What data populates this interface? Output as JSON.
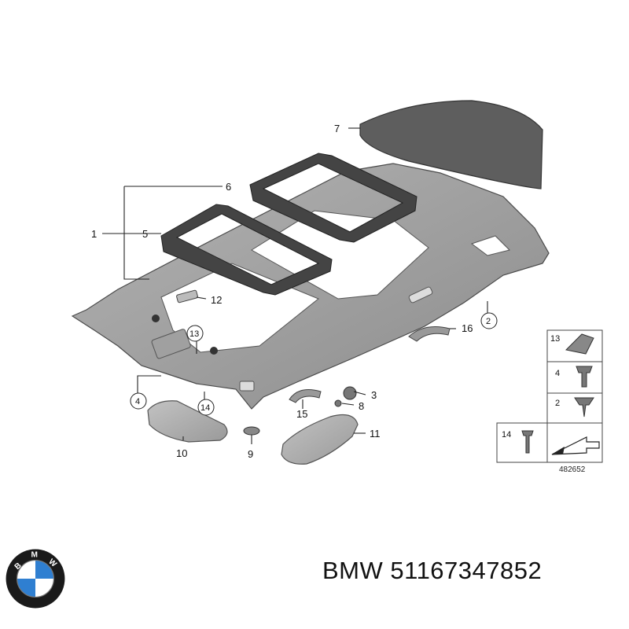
{
  "footer": {
    "brand": "BMW",
    "part_number": "51167347852"
  },
  "logo": {
    "letters": "BMW",
    "colors": {
      "blue": "#2f7fd1",
      "white": "#ffffff",
      "ring": "#1a1a1a"
    }
  },
  "diagram": {
    "id": "482652",
    "callouts": {
      "c1": "1",
      "c2": "2",
      "c3": "3",
      "c4": "4",
      "c5": "5",
      "c6": "6",
      "c7": "7",
      "c8": "8",
      "c9": "9",
      "c10": "10",
      "c11": "11",
      "c12": "12",
      "c13": "13",
      "c14": "14",
      "c15": "15",
      "c16": "16"
    },
    "legend": {
      "r1": "13",
      "r2": "4",
      "r3": "2",
      "r4": "14"
    },
    "colors": {
      "part": "#9a9a9a",
      "part_dark": "#6e6e6e",
      "panel": "#5a5a5a",
      "line": "#222222"
    }
  }
}
